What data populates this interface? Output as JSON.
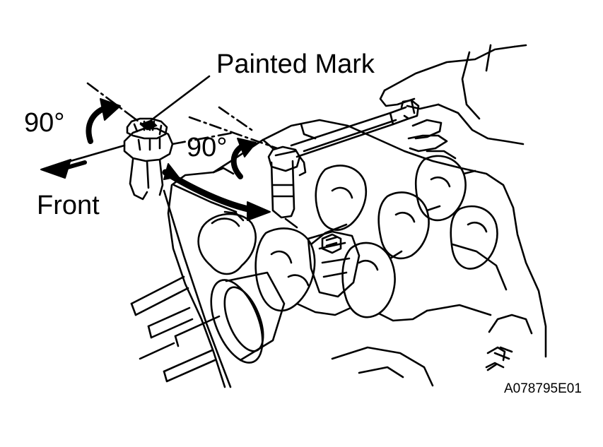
{
  "diagram": {
    "callout_label": "Painted Mark",
    "angle_label_left": "90°",
    "angle_label_right": "90°",
    "direction_label": "Front",
    "figure_code": "A078795E01"
  },
  "colors": {
    "ink": "#000000",
    "paper": "#ffffff"
  }
}
